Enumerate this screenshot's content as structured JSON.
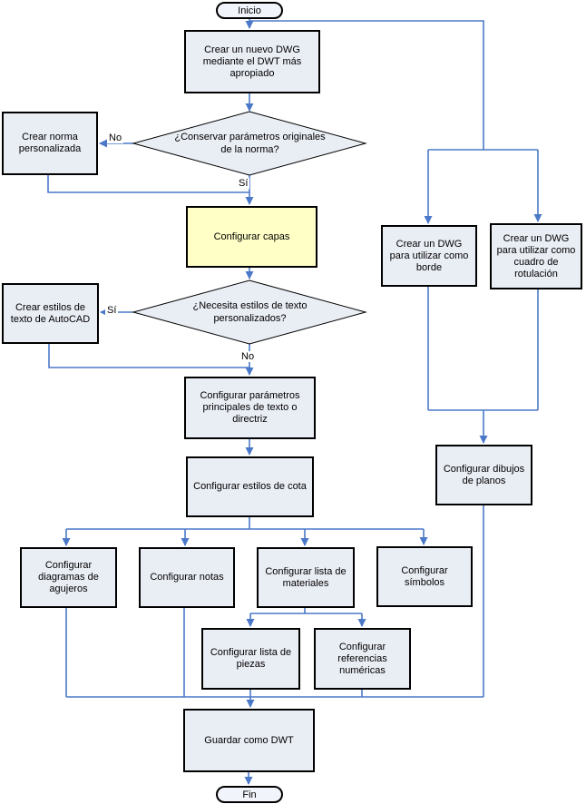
{
  "diagram": {
    "type": "flowchart",
    "language": "es",
    "colors": {
      "connector": "#4b79c8",
      "node_fill": "#e9edf4",
      "highlight_fill": "#ffffc6",
      "terminator_fill": "#f1f4fa",
      "border": "#000000",
      "background": "#ffffff"
    },
    "nodes": {
      "inicio": "Inicio",
      "crear_dwg": "Crear un nuevo DWG mediante el DWT más apropiado",
      "conservar_parametros": "¿Conservar parámetros originales de la norma?",
      "crear_norma": "Crear norma personalizada",
      "configurar_capas": "Configurar capas",
      "necesita_estilos": "¿Necesita estilos de texto personalizados?",
      "crear_estilos_texto": "Crear estilos de texto de AutoCAD",
      "configurar_parametros_texto": "Configurar parámetros principales de texto o directriz",
      "configurar_estilos_cota": "Configurar estilos de cota",
      "configurar_diagramas_agujeros": "Configurar diagramas de agujeros",
      "configurar_notas": "Configurar notas",
      "configurar_lista_materiales": "Configurar lista de materiales",
      "configurar_simbolos": "Configurar símbolos",
      "configurar_lista_piezas": "Configurar lista de piezas",
      "configurar_referencias_numericas": "Configurar referencias numéricas",
      "guardar_dwt": "Guardar como DWT",
      "fin": "Fin",
      "dwg_borde": "Crear un DWG para utilizar como borde",
      "dwg_cuadro_rotulacion": "Crear un DWG para utilizar como cuadro de rotulación",
      "configurar_dibujos_planos": "Configurar dibujos de planos"
    },
    "edge_labels": {
      "conservar_no": "No",
      "conservar_si": "Sí",
      "estilos_si": "Sí",
      "estilos_no": "No"
    }
  }
}
